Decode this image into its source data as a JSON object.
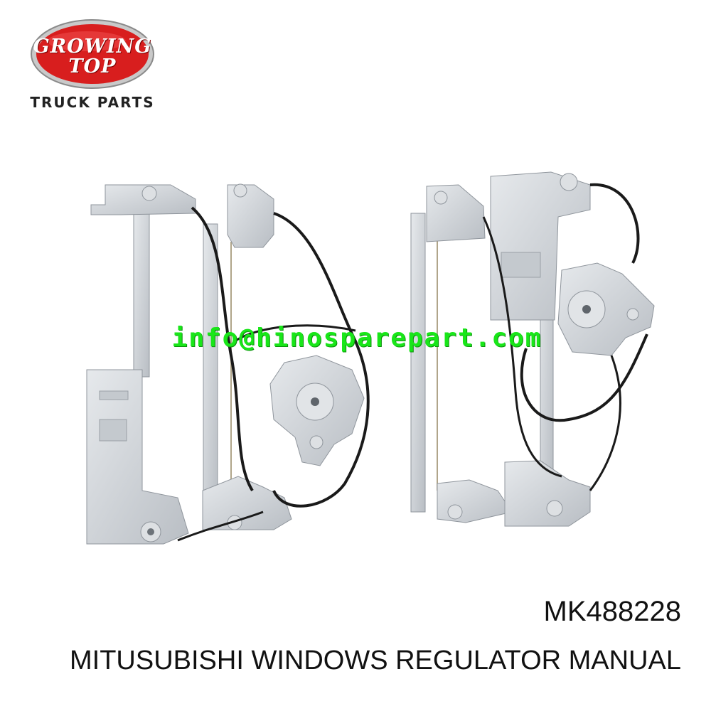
{
  "logo": {
    "line1": "GROWING",
    "line2": "TOP",
    "tagline": "TRUCK PARTS"
  },
  "watermark": "info@hinosparepart.com",
  "product": {
    "part_number": "MK488228",
    "name": "MITUSUBISHI WINDOWS REGULATOR MANUAL"
  },
  "colors": {
    "badge_red": "#d81e1e",
    "badge_silver": "#c9c9c9",
    "watermark_green": "#19e619",
    "metal": "#cfd3d8",
    "cable": "#1a1a1a"
  }
}
